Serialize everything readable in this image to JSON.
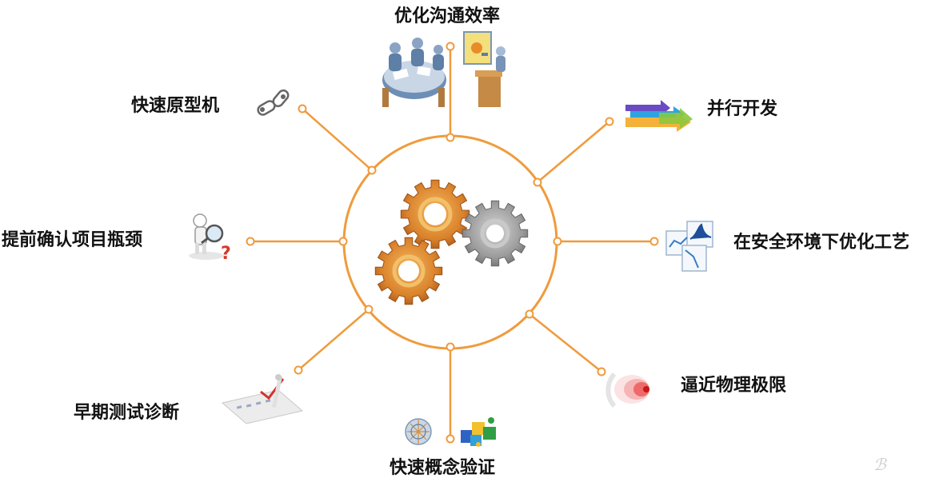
{
  "diagram": {
    "accent_color": "#ef9b3c",
    "center": {
      "icon": "gears-icon",
      "colors": {
        "orange": "#d9822b",
        "gray": "#9a9a9a"
      }
    },
    "nodes": [
      {
        "id": "optimize-communication",
        "label": "优化沟通效率",
        "icon": "meeting-presentation-icon"
      },
      {
        "id": "parallel-development",
        "label": "并行开发",
        "icon": "parallel-arrows-icon"
      },
      {
        "id": "optimize-process-safely",
        "label": "在安全环境下优化工艺",
        "icon": "charts-icon"
      },
      {
        "id": "approach-physical-limit",
        "label": "逼近物理极限",
        "icon": "target-icon"
      },
      {
        "id": "quick-concept-validation",
        "label": "快速概念验证",
        "icon": "puzzle-icon"
      },
      {
        "id": "early-test-diagnosis",
        "label": "早期测试诊断",
        "icon": "checklist-icon"
      },
      {
        "id": "identify-bottleneck-early",
        "label": "提前确认项目瓶颈",
        "icon": "magnifier-question-icon"
      },
      {
        "id": "rapid-prototyping",
        "label": "快速原型机",
        "icon": "chain-link-icon"
      }
    ]
  }
}
